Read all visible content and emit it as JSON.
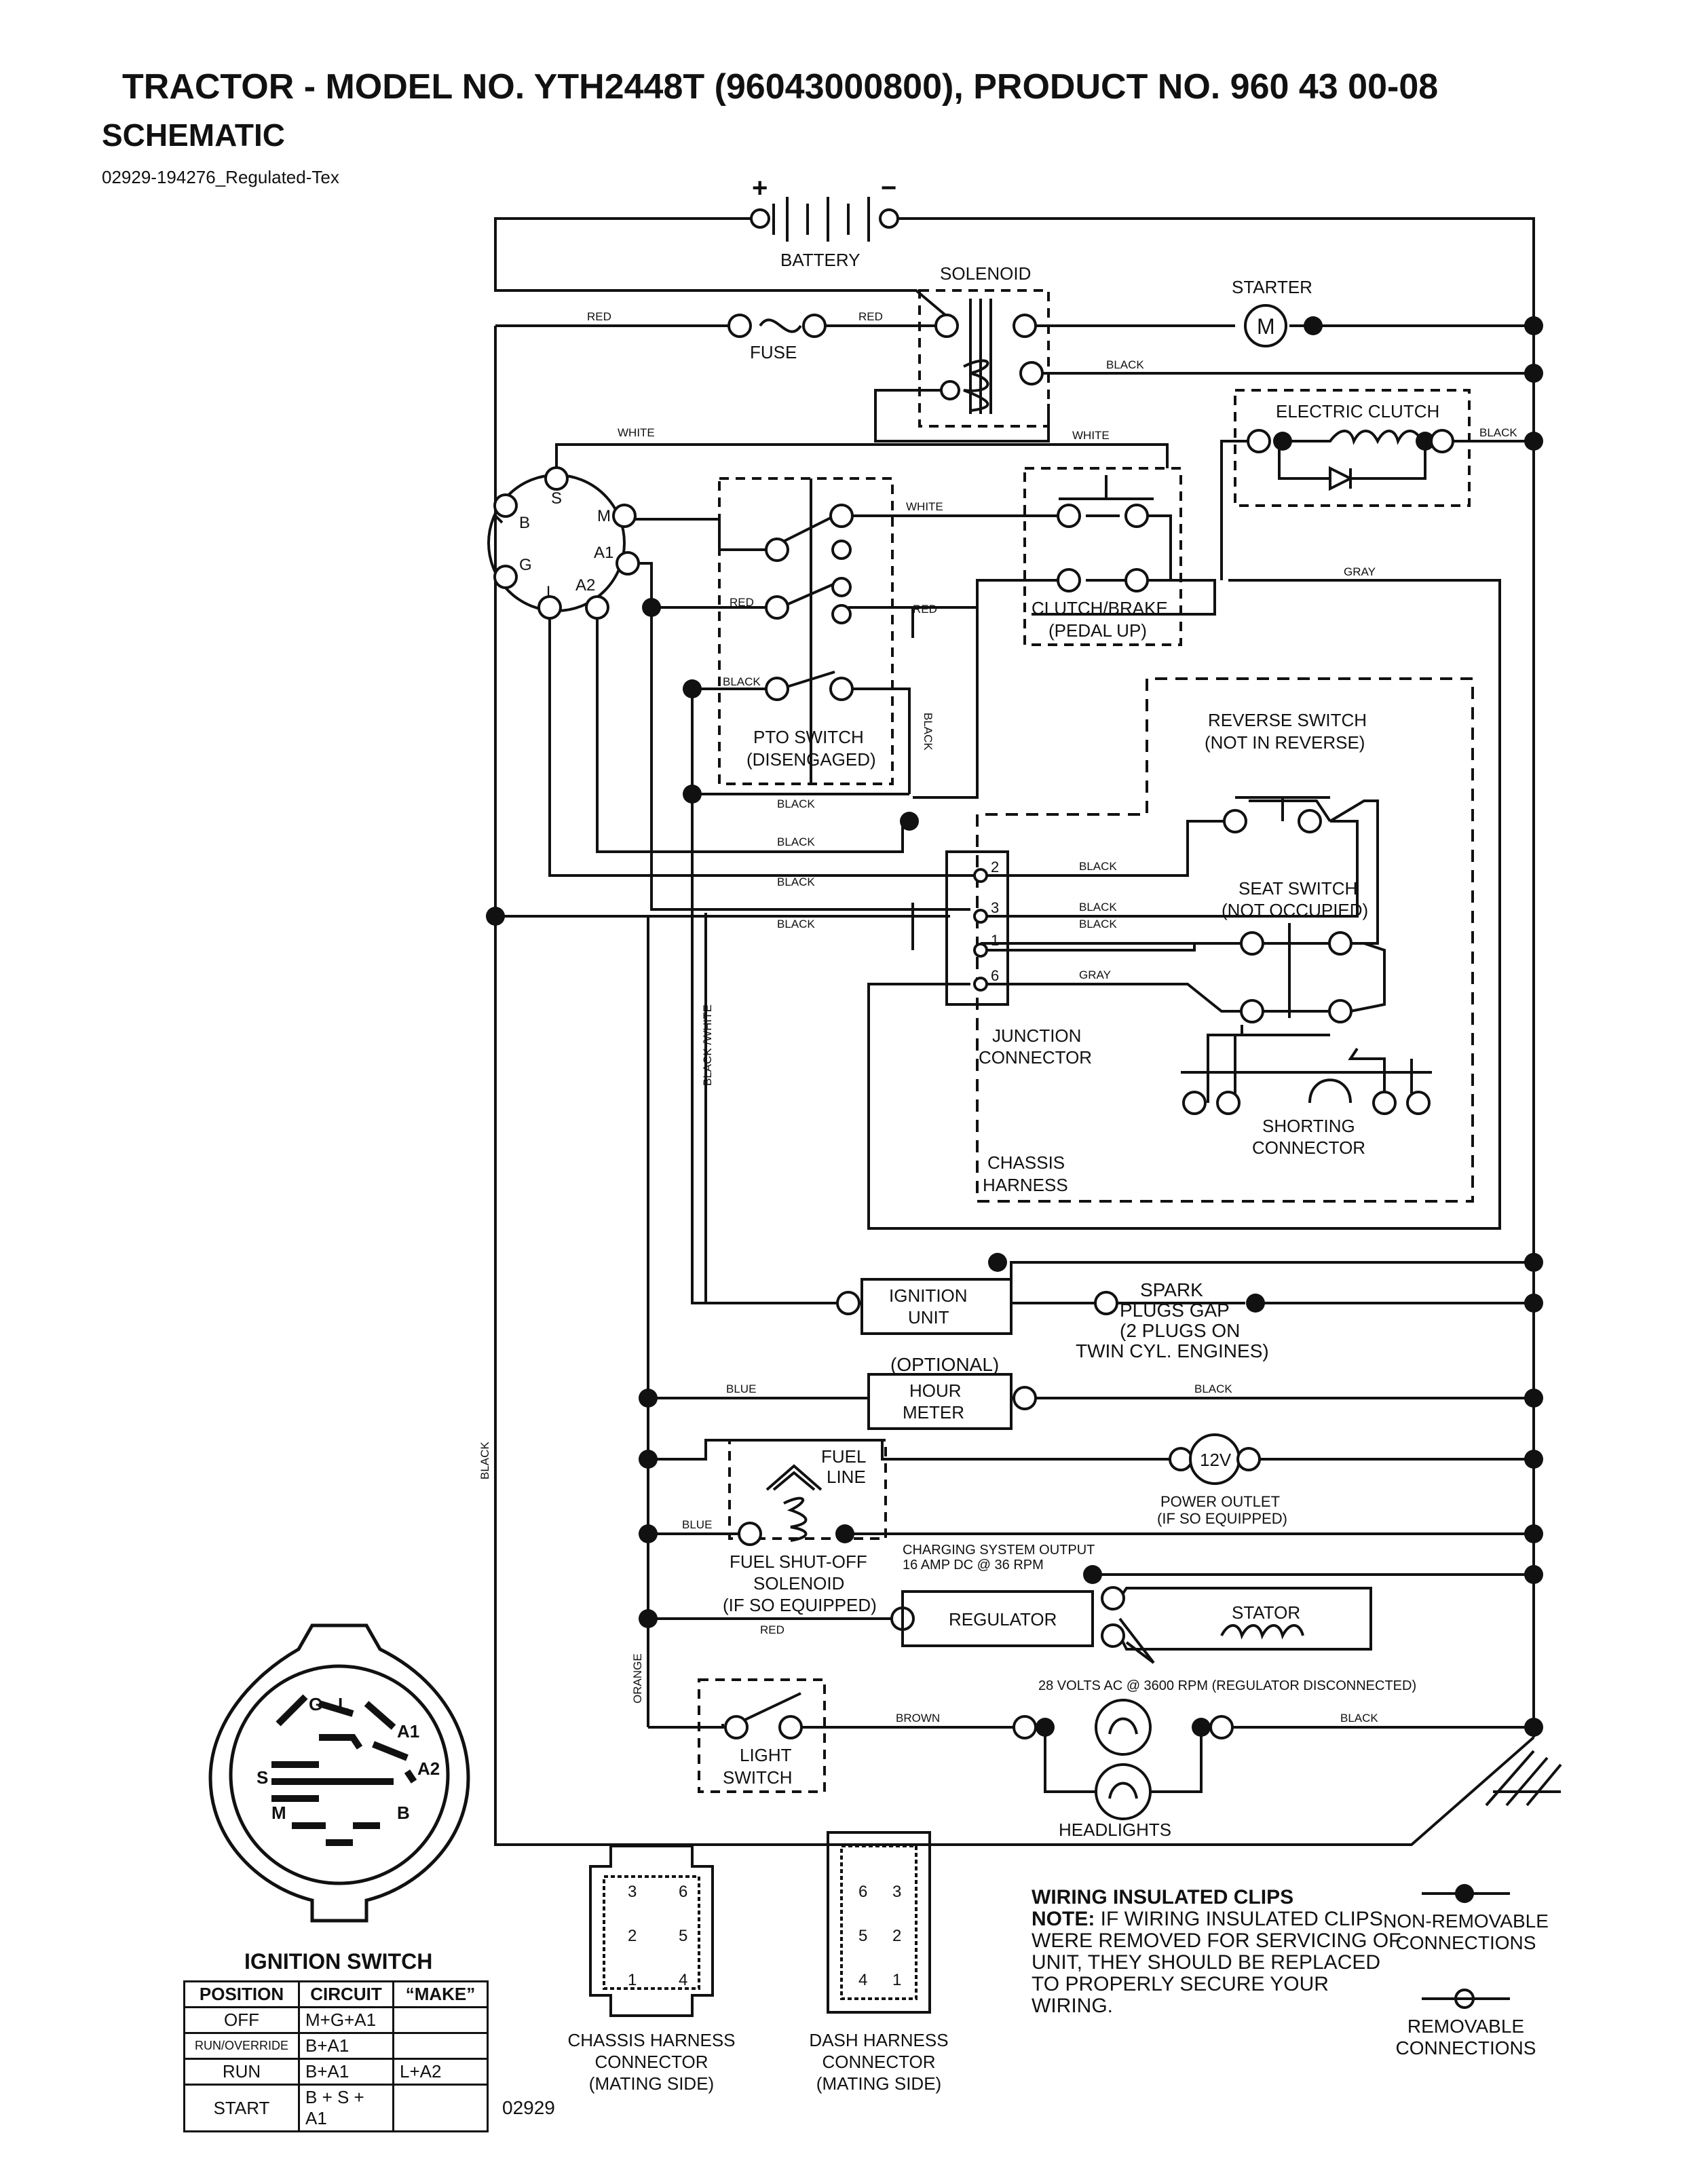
{
  "header": {
    "title": "TRACTOR - MODEL NO. YTH2448T (96043000800), PRODUCT NO. 960 43 00-08",
    "subtitle": "SCHEMATIC",
    "doc_id": "02929-194276_Regulated-Tex"
  },
  "components": {
    "battery": "BATTERY",
    "battery_plus": "+",
    "battery_minus": "−",
    "solenoid": "SOLENOID",
    "starter": "STARTER",
    "starter_symbol": "M",
    "fuse": "FUSE",
    "electric_clutch": "ELECTRIC CLUTCH",
    "pto_switch_1": "PTO SWITCH",
    "pto_switch_2": "(DISENGAGED)",
    "clutch_brake_1": "CLUTCH/BRAKE",
    "clutch_brake_2": "(PEDAL UP)",
    "reverse_switch_1": "REVERSE SWITCH",
    "reverse_switch_2": "(NOT IN REVERSE)",
    "seat_switch_1": "SEAT SWITCH",
    "seat_switch_2": "(NOT OCCUPIED)",
    "junction_1": "JUNCTION",
    "junction_2": "CONNECTOR",
    "shorting_1": "SHORTING",
    "shorting_2": "CONNECTOR",
    "chassis_1": "CHASSIS",
    "chassis_2": "HARNESS",
    "ignition_unit_1": "IGNITION",
    "ignition_unit_2": "UNIT",
    "spark_1": "SPARK",
    "spark_2": "PLUGS GAP",
    "spark_3": "(2 PLUGS ON",
    "spark_4": "TWIN CYL. ENGINES)",
    "optional": "(OPTIONAL)",
    "hour_meter_1": "HOUR",
    "hour_meter_2": "METER",
    "fuel_line_1": "FUEL",
    "fuel_line_2": "LINE",
    "outlet_symbol": "12V",
    "power_outlet_1": "POWER OUTLET",
    "power_outlet_2": "(IF SO EQUIPPED)",
    "fuel_sol_1": "FUEL SHUT-OFF",
    "fuel_sol_2": "SOLENOID",
    "fuel_sol_3": "(IF SO EQUIPPED)",
    "charging_1": "CHARGING SYSTEM OUTPUT",
    "charging_2": "16 AMP DC @ 36 RPM",
    "regulator": "REGULATOR",
    "stator": "STATOR",
    "volts_note": "28 VOLTS AC @ 3600 RPM (REGULATOR DISCONNECTED)",
    "light_switch_1": "LIGHT",
    "light_switch_2": "SWITCH",
    "headlights": "HEADLIGHTS"
  },
  "ignition_terminals": {
    "S": "S",
    "M": "M",
    "B": "B",
    "A1": "A1",
    "G": "G",
    "L": "L",
    "A2": "A2"
  },
  "wire_labels": {
    "red1": "RED",
    "red2": "RED",
    "black_sol": "BLACK",
    "white1": "WHITE",
    "white2": "WHITE",
    "black_clutch": "BLACK",
    "white3": "WHITE",
    "red3": "RED",
    "red4": "RED",
    "gray1": "GRAY",
    "black_pto": "BLACK",
    "black_v": "BLACK",
    "black_a": "BLACK",
    "black_b": "BLACK",
    "black_c": "BLACK",
    "black_d": "BLACK",
    "black_j2": "BLACK",
    "black_j3": "BLACK",
    "black_j1": "BLACK",
    "gray_j6": "GRAY",
    "black_white": "BLACK /WHITE",
    "black_left": "BLACK",
    "blue1": "BLUE",
    "black_hm": "BLACK",
    "blue2": "BLUE",
    "red_reg": "RED",
    "orange": "ORANGE",
    "brown": "BROWN",
    "black_hl": "BLACK"
  },
  "junction_pins": [
    "2",
    "3",
    "1",
    "6"
  ],
  "ignition_switch": {
    "title": "IGNITION SWITCH",
    "face_labels": {
      "G": "G",
      "L": "L",
      "A1": "A1",
      "S": "S",
      "A2": "A2",
      "M": "M",
      "B": "B"
    },
    "headers": [
      "POSITION",
      "CIRCUIT",
      "“MAKE”"
    ],
    "rows": [
      [
        "OFF",
        "M+G+A1",
        ""
      ],
      [
        "RUN/OVERRIDE",
        "B+A1",
        ""
      ],
      [
        "RUN",
        "B+A1",
        "L+A2"
      ],
      [
        "START",
        "B + S + A1",
        ""
      ]
    ],
    "code": "02929"
  },
  "connectors": {
    "chassis_caption": [
      "CHASSIS HARNESS",
      "CONNECTOR",
      "(MATING SIDE)"
    ],
    "dash_caption": [
      "DASH HARNESS",
      "CONNECTOR",
      "(MATING SIDE)"
    ],
    "chassis_pins": [
      "3",
      "6",
      "2",
      "5",
      "1",
      "4"
    ],
    "dash_pins": [
      "6",
      "3",
      "5",
      "2",
      "4",
      "1"
    ]
  },
  "notes": {
    "heading": "WIRING INSULATED CLIPS",
    "note_label": "NOTE:",
    "note_text": " IF WIRING INSULATED CLIPS WERE REMOVED FOR SERVICING OF UNIT, THEY SHOULD BE REPLACED TO PROPERLY SECURE YOUR WIRING.",
    "legend_fixed": [
      "NON-REMOVABLE",
      "CONNECTIONS"
    ],
    "legend_removable": [
      "REMOVABLE",
      "CONNECTIONS"
    ]
  }
}
